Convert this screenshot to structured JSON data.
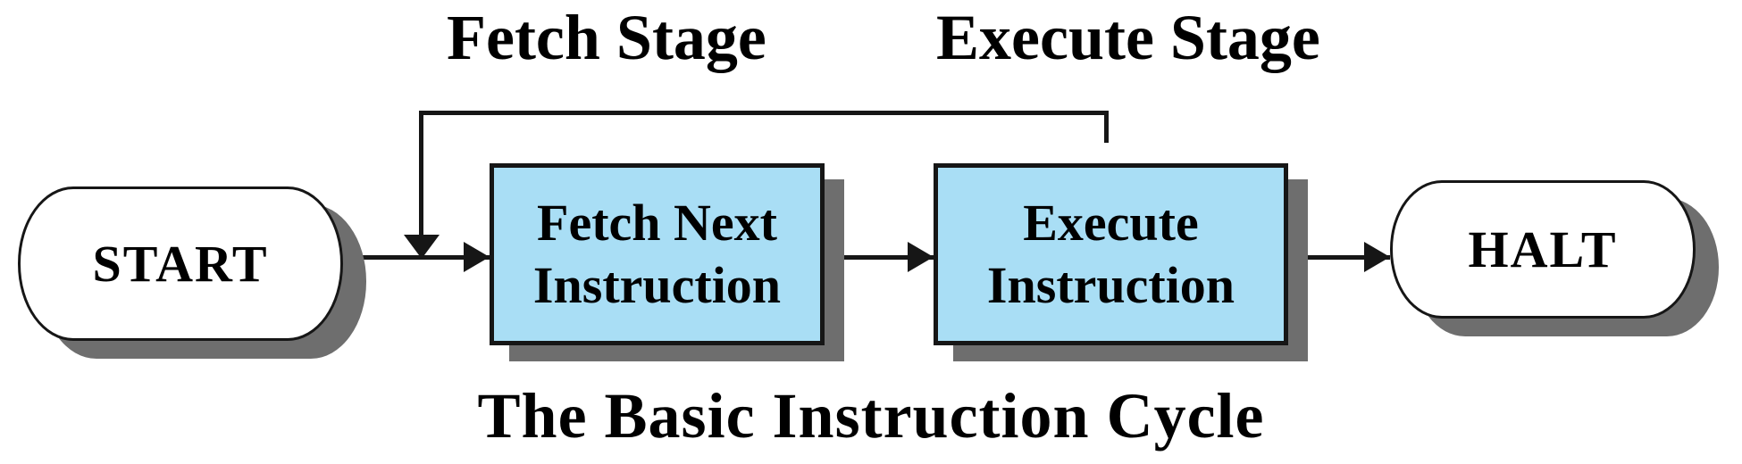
{
  "diagram": {
    "title": "The Basic Instruction Cycle",
    "stage_labels": {
      "fetch": "Fetch Stage",
      "execute": "Execute Stage"
    },
    "nodes": {
      "start": {
        "type": "terminal",
        "label": "START"
      },
      "fetch": {
        "type": "process",
        "line1": "Fetch Next",
        "line2": "Instruction"
      },
      "execute": {
        "type": "process",
        "line1": "Execute",
        "line2": "Instruction"
      },
      "halt": {
        "type": "terminal",
        "label": "HALT"
      }
    }
  },
  "colors": {
    "box-fill": "#a9def5",
    "shadow": "#6e6e6e",
    "line": "#161616",
    "text": "#000000",
    "background": "#ffffff"
  }
}
